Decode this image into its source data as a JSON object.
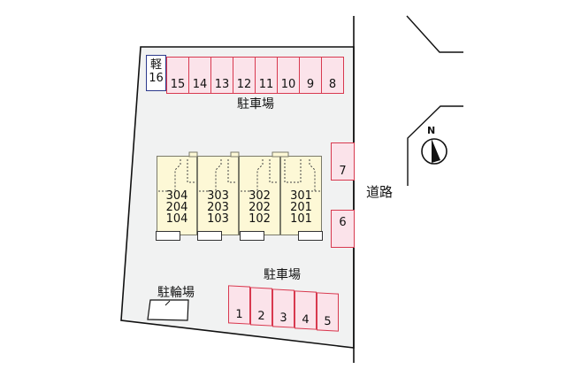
{
  "map": {
    "labels": {
      "parking_top": "駐車場",
      "parking_bottom": "駐車場",
      "bicycle_parking": "駐輪場",
      "road": "道路",
      "north": "N"
    },
    "kei_slot": {
      "top": "軽",
      "number": "16"
    },
    "top_row_slots": [
      "15",
      "14",
      "13",
      "12",
      "11",
      "10",
      "9",
      "8"
    ],
    "side_slots": [
      "7",
      "6"
    ],
    "bottom_slots": [
      "1",
      "2",
      "3",
      "4",
      "5"
    ],
    "units": [
      {
        "floors": [
          "304",
          "204",
          "104"
        ]
      },
      {
        "floors": [
          "303",
          "203",
          "103"
        ]
      },
      {
        "floors": [
          "302",
          "202",
          "102"
        ]
      },
      {
        "floors": [
          "301",
          "201",
          "101"
        ]
      }
    ],
    "colors": {
      "slot_fill": "#fbe3ea",
      "slot_border": "#d8394f",
      "kei_border": "#2c3a8c",
      "unit_fill": "#fdf8d6",
      "lot_fill": "#f1f2f2"
    }
  }
}
